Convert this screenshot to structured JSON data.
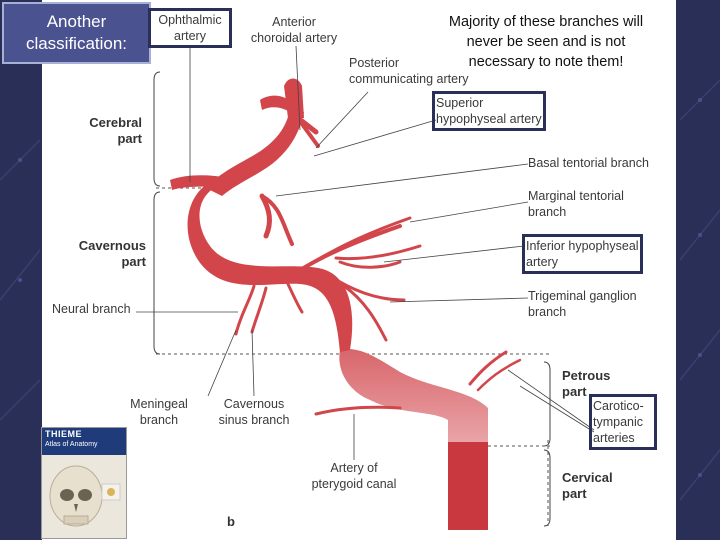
{
  "slide": {
    "title": "Another classification:",
    "note": "Majority of these branches will\nnever be seen and is not\nnecessary to note them!"
  },
  "book": {
    "brand": "THIEME",
    "title": "Atlas of Anatomy"
  },
  "figure": {
    "panel_letter": "b",
    "labels": {
      "ophthalmic": "Ophthalmic\nartery",
      "anterior_choroidal": "Anterior\nchoroidal artery",
      "posterior_communicating": "Posterior\ncommunicating artery",
      "superior_hypophyseal": "Superior\nhypophyseal artery",
      "basal_tentorial": "Basal tentorial branch",
      "marginal_tentorial": "Marginal tentorial\nbranch",
      "inferior_hypophyseal": "Inferior hypophyseal\nartery",
      "trigeminal_ganglion": "Trigeminal ganglion\nbranch",
      "neural_branch": "Neural branch",
      "meningeal_branch": "Meningeal\nbranch",
      "cavernous_sinus_branch": "Cavernous\nsinus branch",
      "artery_pterygoid": "Artery of\npterygoid canal",
      "caroticotympanic": "Carotico-\ntympanic\narteries"
    },
    "segments": {
      "cerebral": "Cerebral\npart",
      "cavernous": "Cavernous\npart",
      "petrous": "Petrous\npart",
      "cervical": "Cervical\npart"
    }
  },
  "colors": {
    "slide_bg": "#2a2f58",
    "artery": "#d2464b",
    "artery_light": "#e8979a",
    "title_box": "#4b5290"
  }
}
